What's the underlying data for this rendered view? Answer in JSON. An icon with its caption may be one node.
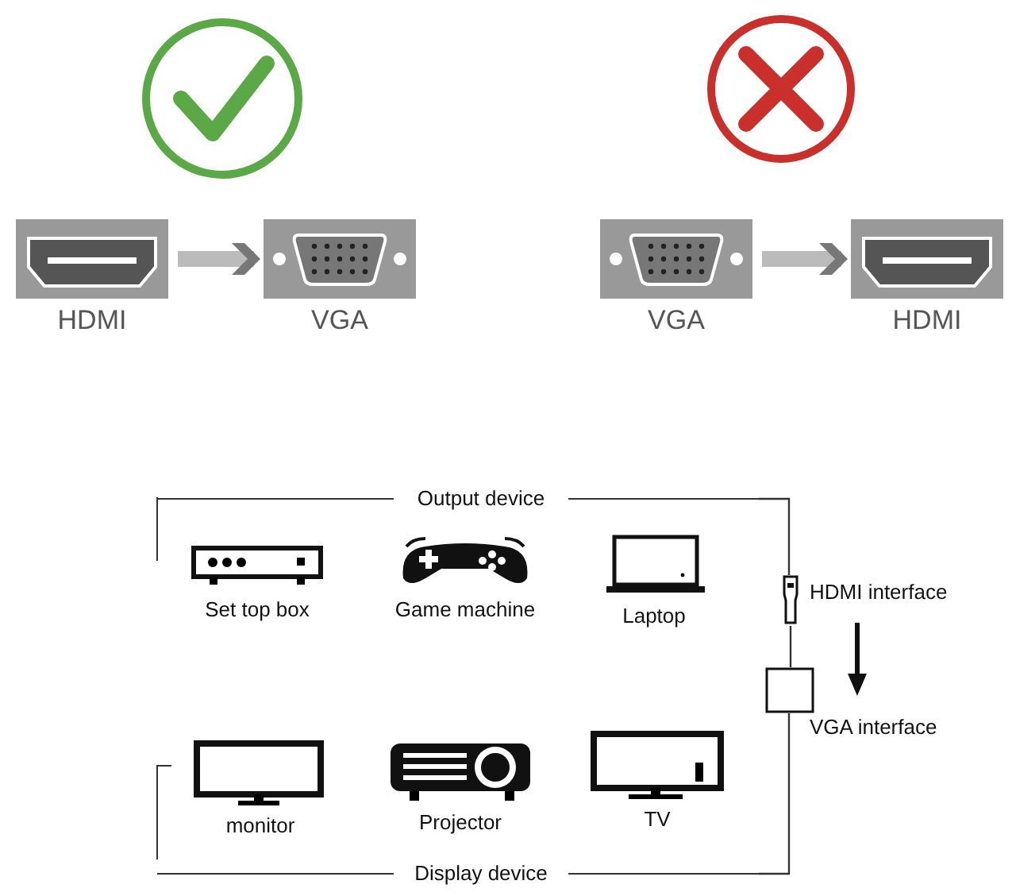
{
  "diagram": {
    "nodes": [
      {
        "text": [
          "HDMI"
        ]
      },
      {
        "text": [
          "VGA"
        ]
      },
      {
        "text": [
          "VGA"
        ]
      },
      {
        "text": [
          "HDMI"
        ]
      },
      {
        "text": [
          "Output device"
        ]
      },
      {
        "text": [
          "Set top box"
        ]
      },
      {
        "text": [
          "Game machine"
        ]
      },
      {
        "text": [
          "Laptop"
        ]
      },
      {
        "text": [
          "Display device"
        ]
      },
      {
        "text": [
          "monitor"
        ]
      },
      {
        "text": [
          "Projector"
        ]
      },
      {
        "text": [
          "TV"
        ]
      },
      {
        "text": [
          "HDMI interface"
        ]
      },
      {
        "text": [
          "VGA interface"
        ]
      }
    ],
    "edges": [
      {
        "from": 0,
        "to": 1,
        "arrow": "to",
        "style": "thick",
        "color": "#bbbbbb"
      },
      {
        "from": 2,
        "to": 3,
        "arrow": "to",
        "style": "thick",
        "color": "#bbbbbb"
      },
      {
        "from": 4,
        "to": 12,
        "arrow": "none"
      },
      {
        "from": 12,
        "to": 13,
        "arrow": "none"
      },
      {
        "from": 13,
        "to": 8,
        "arrow": "none"
      }
    ]
  }
}
